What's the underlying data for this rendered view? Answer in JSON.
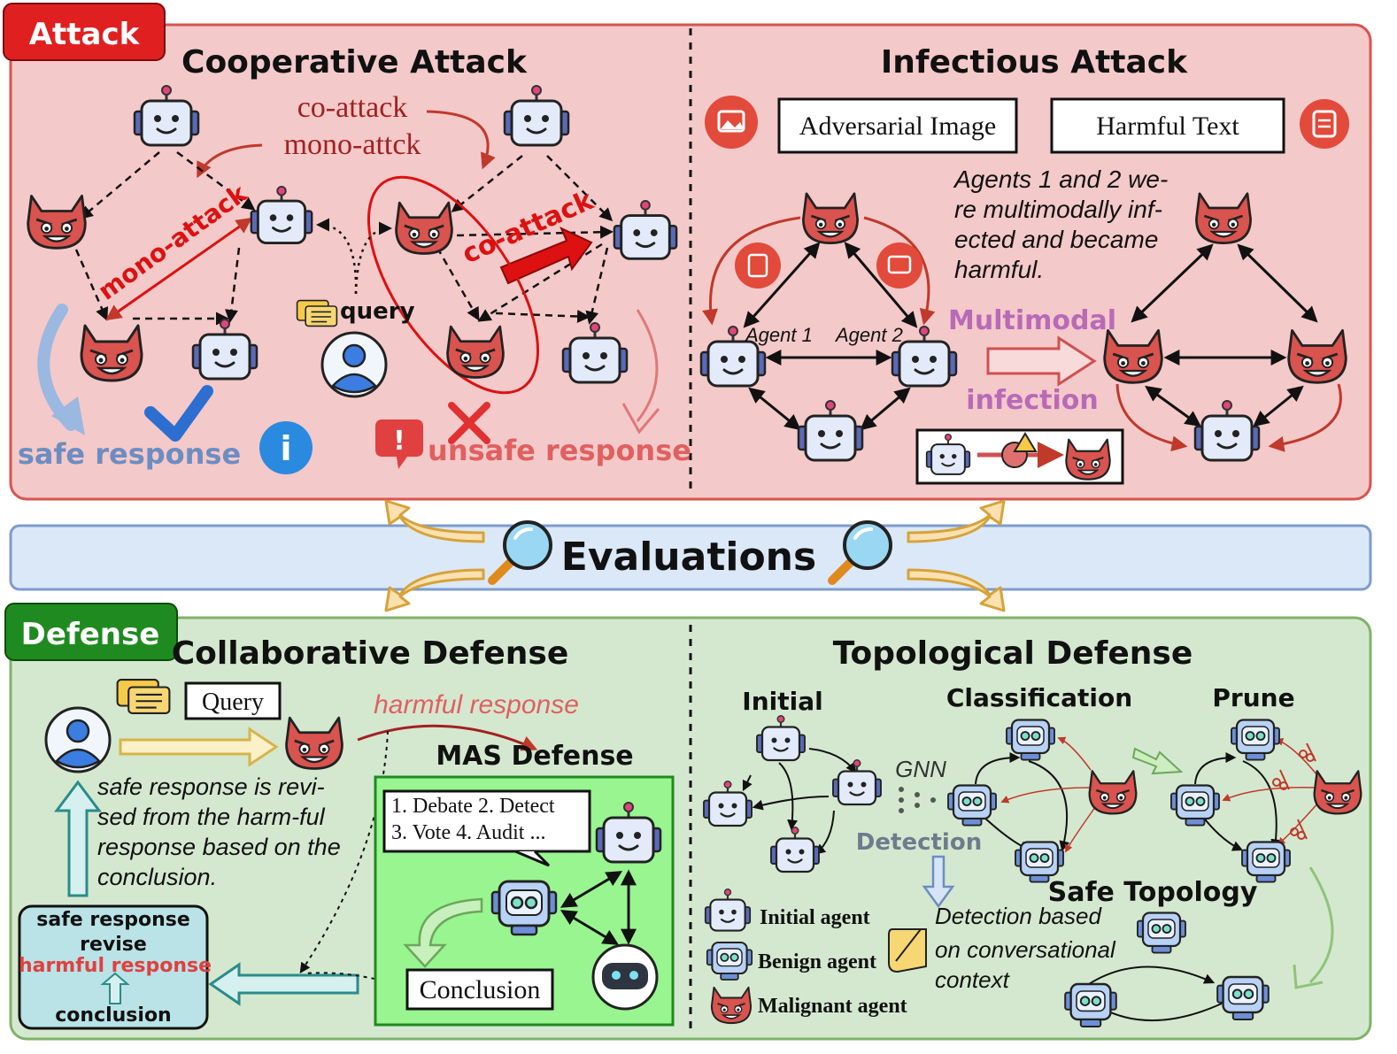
{
  "attack": {
    "badge": "Attack",
    "cooperative": {
      "title": "Cooperative Attack",
      "co_attack_top": "co-attack",
      "mono_attack_top": "mono-attck",
      "mono_attack_diag": "mono-attack",
      "co_attack_diag": "co-attack",
      "query": "query",
      "safe_response": "safe response",
      "unsafe_response": "unsafe response"
    },
    "infectious": {
      "title": "Infectious Attack",
      "adversarial_image": "Adversarial Image",
      "harmful_text": "Harmful Text",
      "note_l1": "Agents 1 and 2 we-",
      "note_l2": "re multimodally inf-",
      "note_l3": "ected and became",
      "note_l4": "harmful.",
      "agent1": "Agent  1",
      "agent2": "Agent  2",
      "multimodal": "Multimodal",
      "infection": "infection"
    }
  },
  "evaluations": "Evaluations",
  "defense": {
    "badge": "Defense",
    "collaborative": {
      "title": "Collaborative Defense",
      "query": "Query",
      "harmful_response": "harmful response",
      "mas_defense": "MAS Defense",
      "steps_l1": "1. Debate 2. Detect",
      "steps_l2": "3. Vote 4. Audit ...",
      "conclusion": "Conclusion",
      "note_l1": "safe response is revi-",
      "note_l2": "sed from the harm-ful",
      "note_l3": "response based on the",
      "note_l4": "conclusion.",
      "box_safe": "safe response",
      "box_revise": "revise",
      "box_harmful": "harmful response",
      "box_conclusion": "conclusion"
    },
    "topological": {
      "title": "Topological Defense",
      "initial": "Initial",
      "classification": "Classification",
      "prune": "Prune",
      "gnn": "GNN",
      "detection": "Detection",
      "safe_topology": "Safe Topology",
      "legend_initial": "Initial agent",
      "legend_benign": "Benign agent",
      "legend_malignant": "Malignant agent",
      "detect_l1": "Detection based",
      "detect_l2": "on conversational",
      "detect_l3": "context"
    }
  },
  "colors": {
    "attack_bg": "#f4c9c9",
    "attack_border": "#d9534f",
    "attack_badge": "#e02020",
    "defense_bg": "#d4e8cf",
    "defense_border": "#7fb26a",
    "defense_badge": "#1f8a1f",
    "eval_bg": "#dbe8f7",
    "eval_border": "#7c9ccc"
  }
}
